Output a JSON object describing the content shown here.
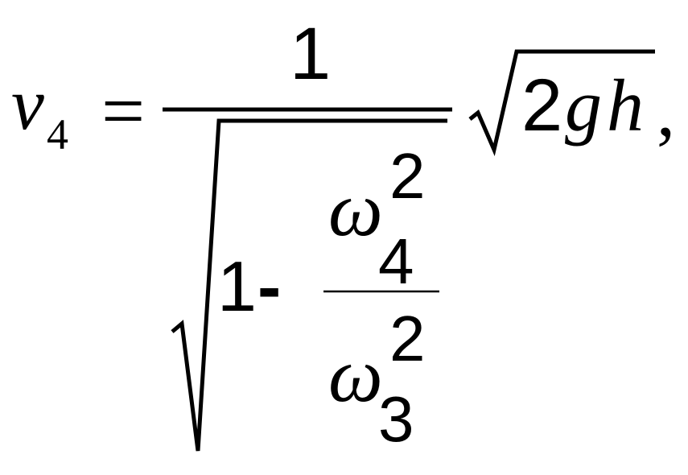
{
  "formula": {
    "lhs": {
      "variable": "v",
      "subscript": "4"
    },
    "equals": "=",
    "numerator": "1",
    "inner_radical": {
      "one": "1",
      "minus": "-",
      "fraction": {
        "numerator": {
          "symbol": "ω",
          "subscript": "4",
          "superscript": "2"
        },
        "denominator": {
          "symbol": "ω",
          "subscript": "3",
          "superscript": "2"
        }
      }
    },
    "outer_radical": {
      "two": "2",
      "g": "g",
      "h": "h"
    },
    "trailing": ","
  }
}
